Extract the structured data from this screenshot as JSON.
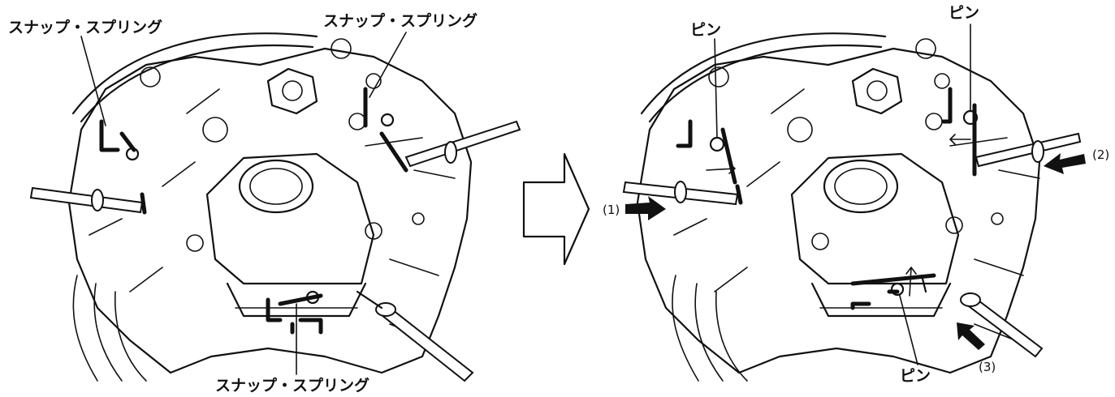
{
  "figure": {
    "left_panel": {
      "labels": {
        "snap_spring_top_left": "スナップ・スプリング",
        "snap_spring_top_right": "スナップ・スプリング",
        "snap_spring_bottom": "スナップ・スプリング"
      }
    },
    "transition_arrow": "right-arrow-icon",
    "right_panel": {
      "labels": {
        "pin_top_left": "ピン",
        "pin_top_right": "ピン",
        "pin_bottom": "ピン"
      },
      "steps": {
        "step1": "(1)",
        "step2": "(2)",
        "step3": "(3)"
      }
    }
  }
}
